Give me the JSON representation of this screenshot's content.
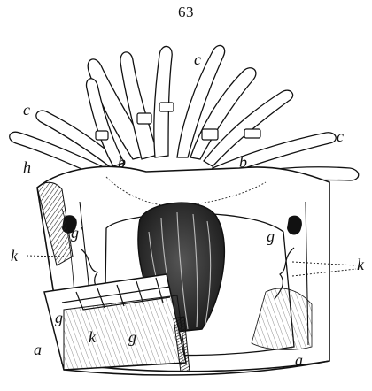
{
  "page_number": "63",
  "labels": {
    "a_left": "a",
    "a_right": "a",
    "b_left": "b",
    "b_right": "b",
    "c_left": "c",
    "c_top": "c",
    "c_right": "c",
    "g_left": "g",
    "g_prime": "g'",
    "g_right": "g",
    "g_front": "g",
    "h": "h",
    "k_left": "k",
    "k_front": "k",
    "k_right": "k"
  },
  "colors": {
    "ink": "#111111",
    "paper": "#ffffff",
    "shade": "#3a3a3a"
  }
}
